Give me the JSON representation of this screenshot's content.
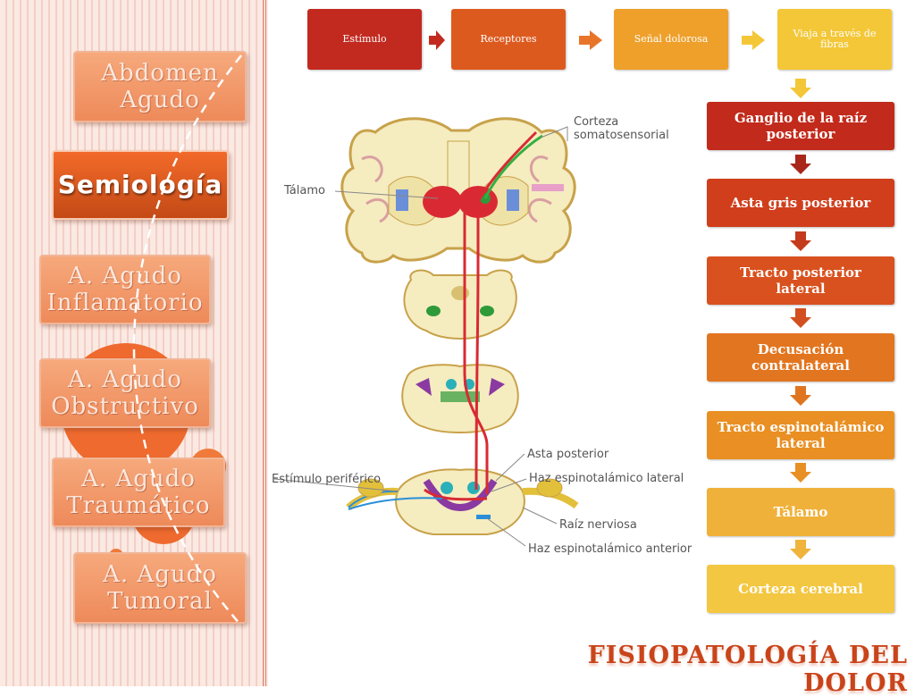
{
  "sidebar": {
    "items": [
      {
        "label": "Abdomen Agudo",
        "active": false
      },
      {
        "label": "Semiología",
        "active": true
      },
      {
        "label": "A. Agudo Inflamatorio",
        "active": false
      },
      {
        "label": "A. Agudo Obstructivo",
        "active": false
      },
      {
        "label": "A. Agudo Traumático",
        "active": false
      },
      {
        "label": "A. Agudo Tumoral",
        "active": false
      }
    ]
  },
  "top_flow": {
    "steps": [
      {
        "label": "Estímulo",
        "color": "#c22a20"
      },
      {
        "label": "Receptores",
        "color": "#dd5a1f"
      },
      {
        "label": "Señal dolorosa",
        "color": "#eea02b"
      },
      {
        "label": "Viaja a través de fibras",
        "color": "#f3c737"
      }
    ]
  },
  "pathway": {
    "steps": [
      {
        "label": "Ganglio de la raíz posterior",
        "color": "#c22a1c"
      },
      {
        "label": "Asta gris posterior",
        "color": "#d03e1c"
      },
      {
        "label": "Tracto posterior lateral",
        "color": "#d8511e"
      },
      {
        "label": "Decusación contralateral",
        "color": "#e2751f"
      },
      {
        "label": "Tracto espinotalámico lateral",
        "color": "#e98f23"
      },
      {
        "label": "Tálamo",
        "color": "#f0b13a"
      },
      {
        "label": "Corteza cerebral",
        "color": "#f3c741"
      }
    ]
  },
  "diagram_labels": {
    "corteza": "Corteza somatosensorial",
    "talamo": "Tálamo",
    "asta_posterior": "Asta posterior",
    "haz_lateral": "Haz espinotalámico lateral",
    "estimulo": "Estímulo periférico",
    "raiz": "Raíz nerviosa",
    "haz_anterior": "Haz espinotalámico anterior"
  },
  "title": "FISIOPATOLOGÍA DEL DOLOR"
}
